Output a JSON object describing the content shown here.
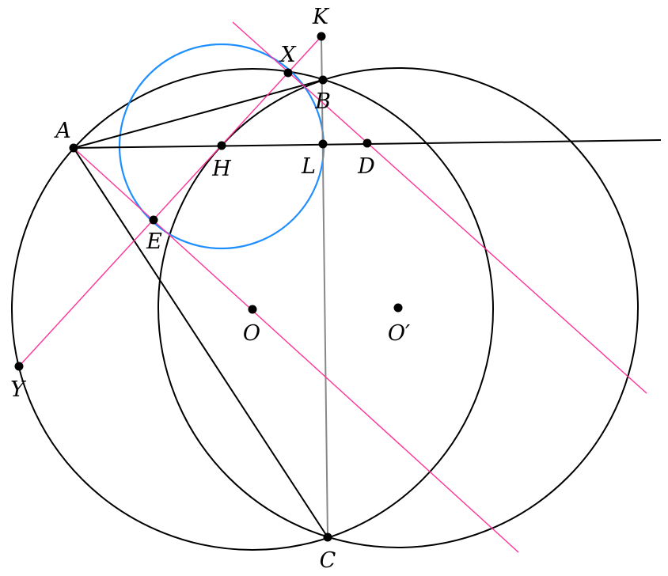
{
  "diagram": {
    "points": [
      {
        "id": "K",
        "label": "K"
      },
      {
        "id": "X",
        "label": "X"
      },
      {
        "id": "B",
        "label": "B"
      },
      {
        "id": "A",
        "label": "A"
      },
      {
        "id": "H",
        "label": "H"
      },
      {
        "id": "L",
        "label": "L"
      },
      {
        "id": "D",
        "label": "D"
      },
      {
        "id": "E",
        "label": "E"
      },
      {
        "id": "O",
        "label": "O"
      },
      {
        "id": "O2",
        "label": "O′"
      },
      {
        "id": "Y",
        "label": "Y"
      },
      {
        "id": "C",
        "label": "C"
      }
    ],
    "colors": {
      "black": "#000000",
      "pink": "#ff3399",
      "blue": "#1f8fff",
      "gray": "#888888"
    }
  }
}
